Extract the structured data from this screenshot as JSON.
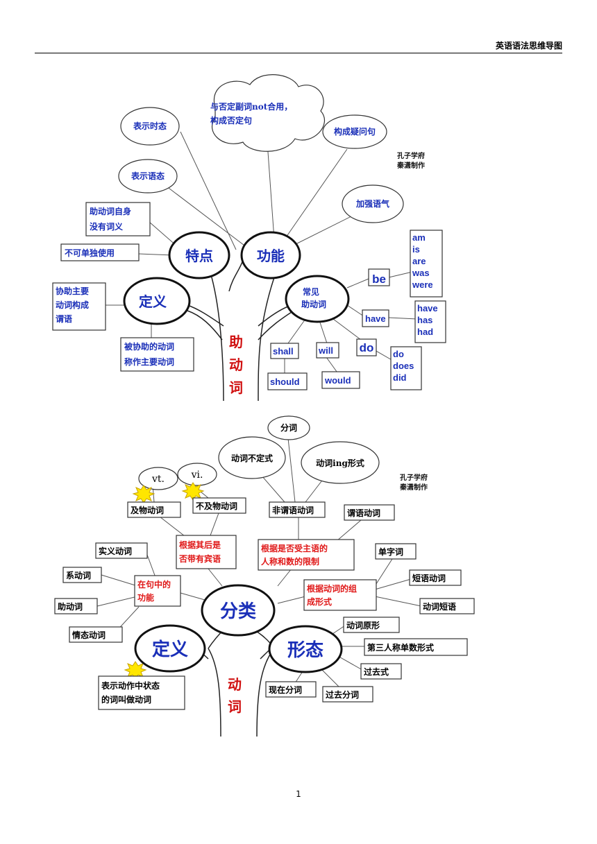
{
  "header": {
    "title": "英语语法思维导图"
  },
  "footer": {
    "page_number": "1"
  },
  "aux_map": {
    "trunk_label": "助动词",
    "watermark": "孔子学府 秦潇制作",
    "nodes": {
      "traits": "特点",
      "function": "功能",
      "definition": "定义",
      "common": "常见助动词"
    },
    "clouds": {
      "tense": "表示时态",
      "negation": "与否定副词not合用，构成否定句",
      "question": "构成疑问句",
      "voice": "表示语态",
      "emphasis": "加强语气"
    },
    "boxes": {
      "no_meaning": "助动词自身没有词义",
      "not_alone": "不可单独使用",
      "assist": "协助主要动词构成谓语",
      "assisted": "被协助的动词称作主要动词"
    },
    "words": {
      "be": "be",
      "be_forms": [
        "am",
        "is",
        "are",
        "was",
        "were"
      ],
      "have": "have",
      "have_forms": [
        "have",
        "has",
        "had"
      ],
      "do": "do",
      "do_forms": [
        "do",
        "does",
        "did"
      ],
      "shall": "shall",
      "should": "should",
      "will": "will",
      "would": "would"
    }
  },
  "verb_map": {
    "trunk_label": "动词",
    "watermark": "孔子学府 秦潇制作",
    "nodes": {
      "classify": "分类",
      "definition": "定义",
      "form": "形态"
    },
    "clouds": {
      "participle": "分词",
      "infinitive": "动词不定式",
      "ing": "动词ing形式",
      "vt": "vt.",
      "vi": "vi."
    },
    "red_boxes": {
      "object": "根据其后是否带有宾语",
      "subject": "根据是否受主语的人称和数的限制",
      "function": "在句中的功能",
      "composition": "根据动词的组成形式"
    },
    "boxes": {
      "transitive": "及物动词",
      "intransitive": "不及物动词",
      "nonfinite": "非谓语动词",
      "finite": "谓语动词",
      "notional": "实义动词",
      "linking": "系动词",
      "auxiliary": "助动词",
      "modal": "情态动词",
      "single": "单字词",
      "phrasal": "短语动词",
      "verb_phrase": "动词短语",
      "base": "动词原形",
      "third_person": "第三人称单数形式",
      "past": "过去式",
      "present_participle": "现在分词",
      "past_participle": "过去分词",
      "def_text": "表示动作中状态的词叫做动词"
    }
  }
}
